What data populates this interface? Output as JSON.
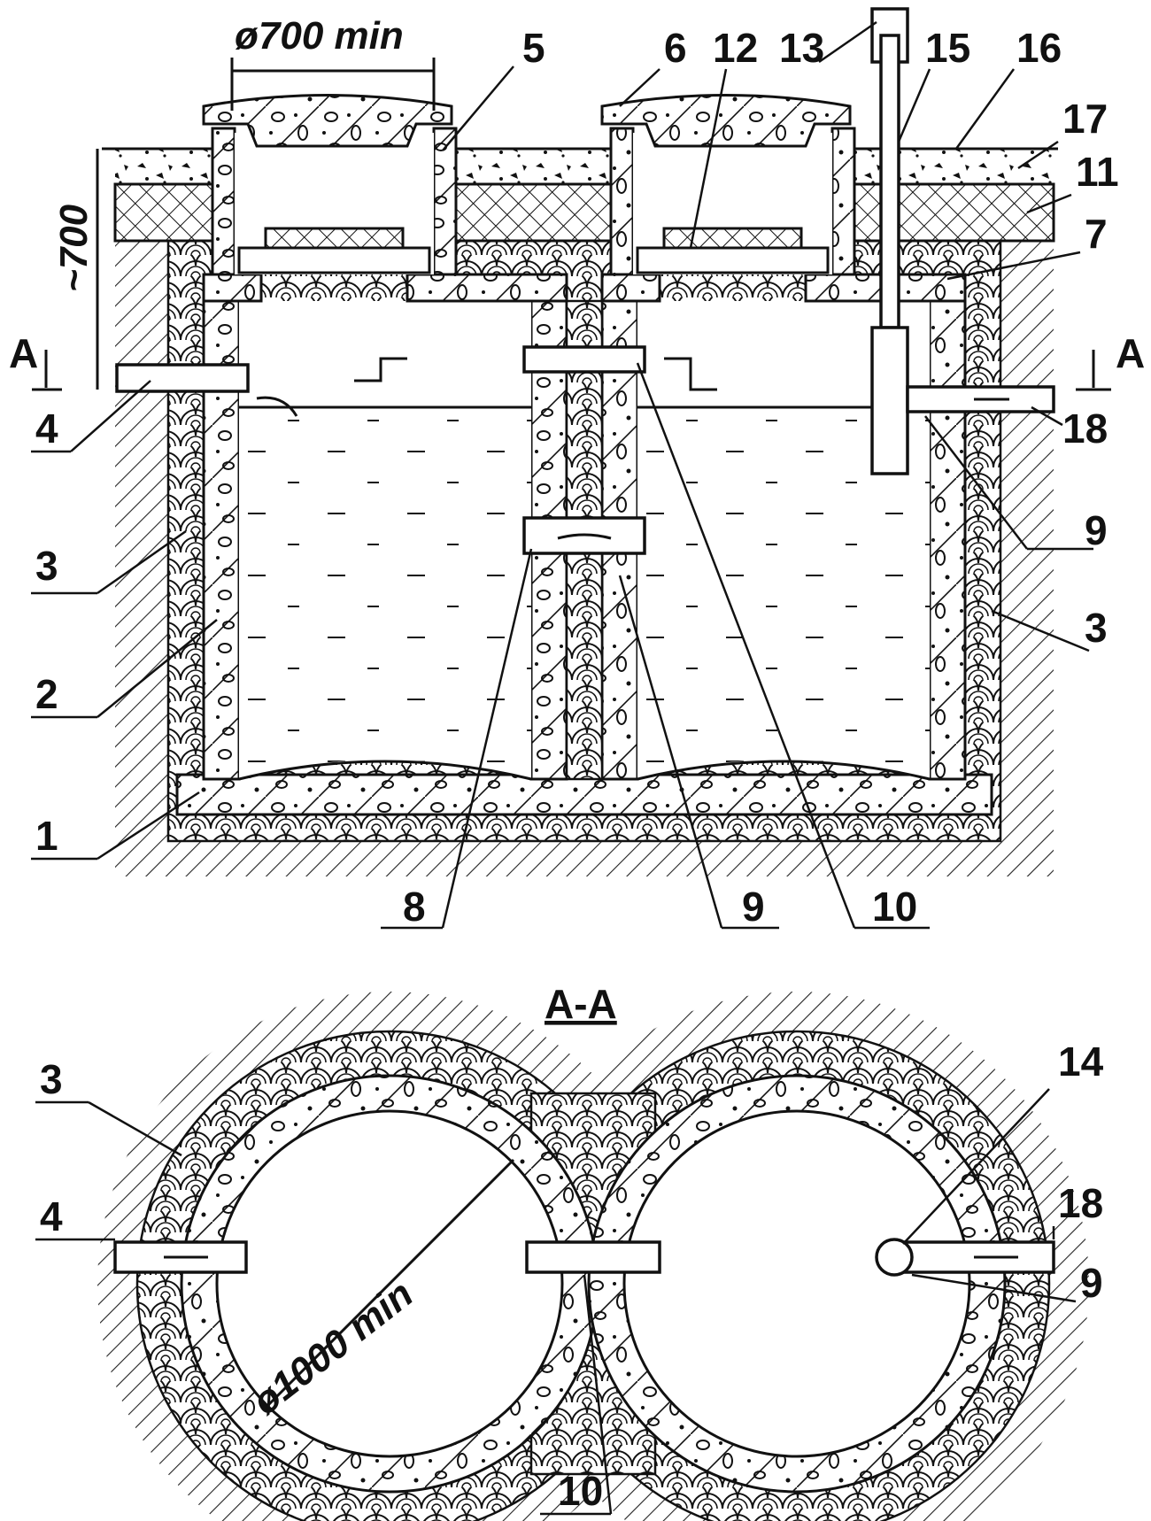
{
  "figure": {
    "section_title": "A-A",
    "section_marker": "A",
    "dimensions": {
      "hatch_diameter": "ø700 min",
      "depth": "~700",
      "well_diameter": "ø1000 min"
    },
    "callouts_elevation": [
      "1",
      "2",
      "3",
      "3",
      "4",
      "5",
      "6",
      "7",
      "8",
      "9",
      "9",
      "10",
      "11",
      "12",
      "13",
      "15",
      "16",
      "17",
      "18"
    ],
    "callouts_plan": [
      "3",
      "4",
      "9",
      "10",
      "14",
      "18"
    ]
  }
}
